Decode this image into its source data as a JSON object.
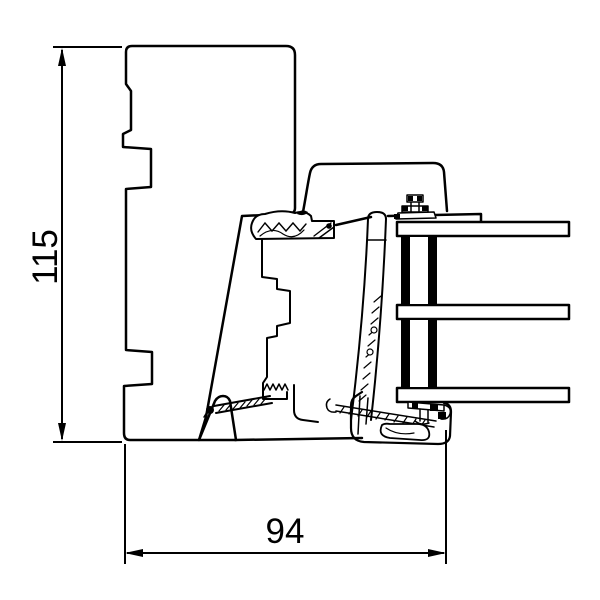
{
  "drawing": {
    "type": "technical-cross-section",
    "subject": "window-frame-sash-and-glazing-profile",
    "background_color": "#ffffff",
    "line_color": "#000000",
    "dimensions": {
      "height_label": "115",
      "height_orientation": "vertical-left",
      "width_label": "94",
      "width_orientation": "horizontal-bottom"
    },
    "glazing": {
      "pane_count": 3,
      "spacer_count": 2,
      "pane_color": "#ffffff",
      "spacer_bar_color": "#000000"
    }
  }
}
